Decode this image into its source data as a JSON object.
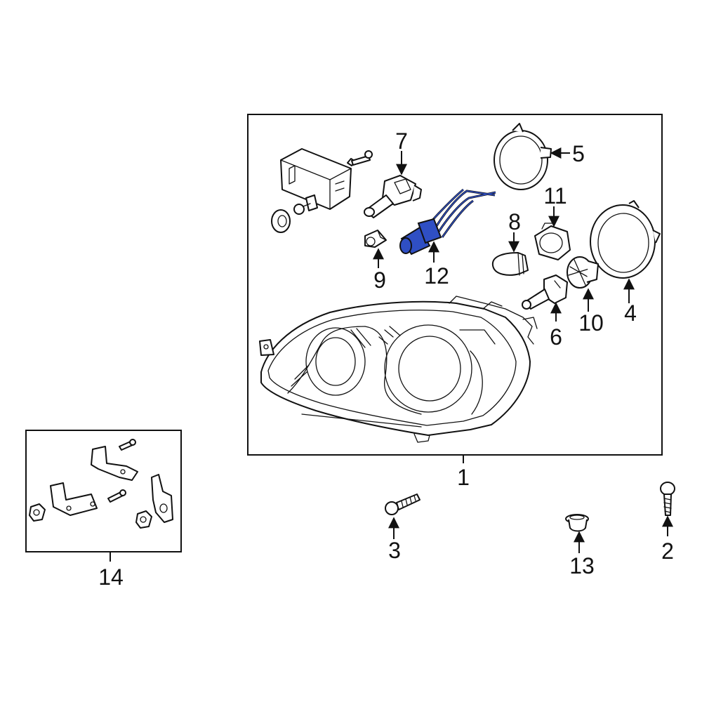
{
  "colors": {
    "line": "#111111",
    "background": "#ffffff",
    "highlight": "#2f4fc4"
  },
  "callouts": {
    "c1": "1",
    "c2": "2",
    "c3": "3",
    "c4": "4",
    "c5": "5",
    "c6": "6",
    "c7": "7",
    "c8": "8",
    "c9": "9",
    "c10": "10",
    "c11": "11",
    "c12": "12",
    "c13": "13",
    "c14": "14"
  },
  "highlighted_part": "12"
}
